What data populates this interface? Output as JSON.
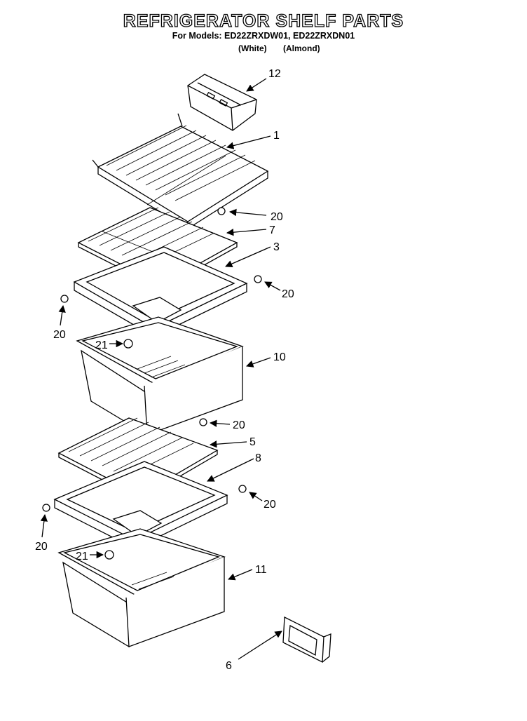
{
  "header": {
    "title": "REFRIGERATOR SHELF PARTS",
    "models_line": "For Models: ED22ZRXDW01, ED22ZRXDN01",
    "variant_white": "(White)",
    "variant_almond": "(Almond)"
  },
  "callouts": {
    "p12": "12",
    "p1": "1",
    "p20a": "20",
    "p7": "7",
    "p3": "3",
    "p20b": "20",
    "p20c": "20",
    "p21a": "21",
    "p10": "10",
    "p20d": "20",
    "p5": "5",
    "p8": "8",
    "p20e": "20",
    "p20f": "20",
    "p21b": "21",
    "p11": "11",
    "p6": "6"
  }
}
